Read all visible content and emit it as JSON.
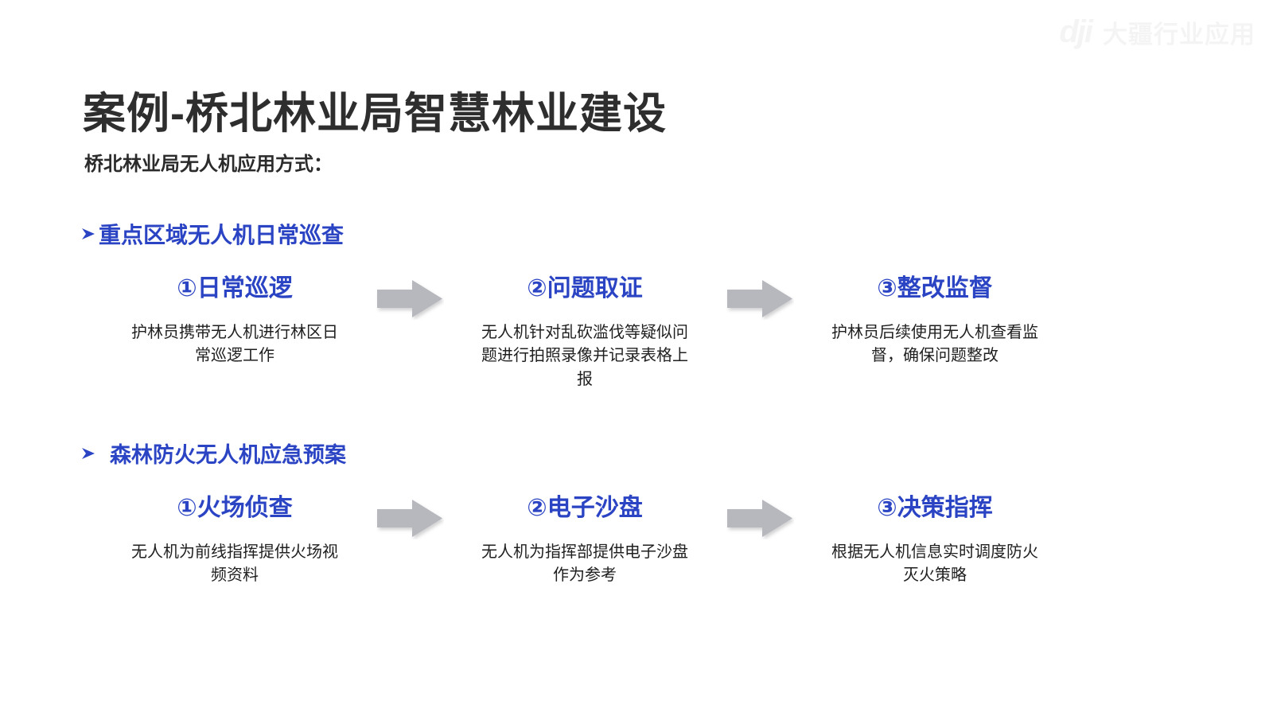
{
  "watermark": {
    "logo": "dji",
    "text": "大疆行业应用"
  },
  "header": {
    "title": "案例-桥北林业局智慧林业建设",
    "subtitle": "桥北林业局无人机应用方式："
  },
  "colors": {
    "accent_blue": "#2B44C4",
    "title_gray": "#2E2E2E",
    "arrow_gray": "#B6B8BD",
    "body_black": "#1F1F1F"
  },
  "sections": [
    {
      "bullet_icon": "chevron-right-bullet-icon",
      "heading": "重点区域无人机日常巡查",
      "steps": [
        {
          "title": "①日常巡逻",
          "desc": "护林员携带无人机进行林区日常巡逻工作"
        },
        {
          "title": "②问题取证",
          "desc": "无人机针对乱砍滥伐等疑似问题进行拍照录像并记录表格上报"
        },
        {
          "title": "③整改监督",
          "desc": "护林员后续使用无人机查看监督，确保问题整改"
        }
      ]
    },
    {
      "bullet_icon": "chevron-right-bullet-icon",
      "heading": "森林防火无人机应急预案",
      "steps": [
        {
          "title": "①火场侦查",
          "desc": "无人机为前线指挥提供火场视频资料"
        },
        {
          "title": "②电子沙盘",
          "desc": "无人机为指挥部提供电子沙盘作为参考"
        },
        {
          "title": "③决策指挥",
          "desc": "根据无人机信息实时调度防火灭火策略"
        }
      ]
    }
  ]
}
